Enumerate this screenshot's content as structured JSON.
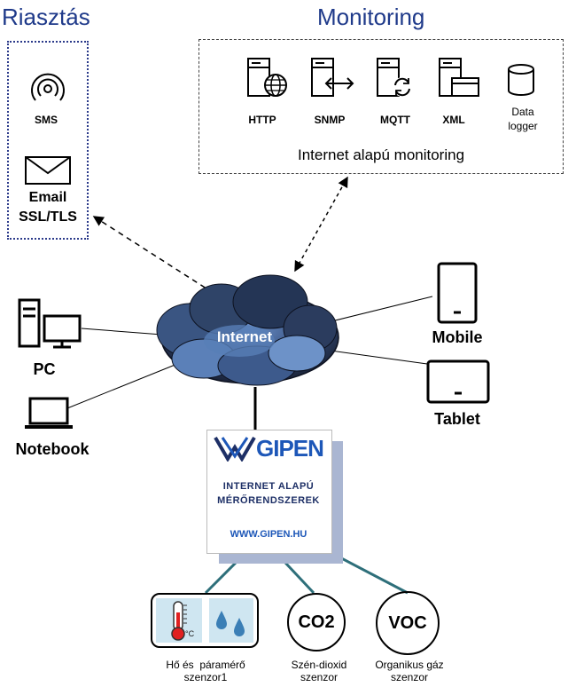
{
  "colors": {
    "title_blue": "#1f3a8a",
    "connector_teal": "#2e6f7a",
    "gipen_blue": "#1d2f66"
  },
  "alerting": {
    "title": "Riasztás",
    "items": [
      {
        "label": "SMS",
        "icon": "broadcast-icon"
      },
      {
        "label_line1": "Email",
        "label_line2": "SSL/TLS",
        "icon": "envelope-icon"
      }
    ]
  },
  "monitoring": {
    "title": "Monitoring",
    "protocols": [
      {
        "label": "HTTP",
        "icon": "server-globe-icon"
      },
      {
        "label": "SNMP",
        "icon": "server-arrows-icon"
      },
      {
        "label": "MQTT",
        "icon": "server-sync-icon"
      },
      {
        "label": "XML",
        "icon": "server-window-icon"
      },
      {
        "label_line1": "Data",
        "label_line2": "logger",
        "icon": "database-icon"
      }
    ],
    "caption": "Internet alapú monitoring"
  },
  "network": {
    "cloud_label": "Internet"
  },
  "devices": {
    "pc": "PC",
    "notebook": "Notebook",
    "mobile": "Mobile",
    "tablet": "Tablet"
  },
  "gipen": {
    "brand": "GIPEN",
    "line1": "INTERNET ALAPÚ",
    "line2": "MÉRŐRENDSZEREK",
    "url": "WWW.GIPEN.HU"
  },
  "sensors": [
    {
      "line1": "Hő és  páramérő",
      "line2": "szenzor1",
      "icon": "thermo-humidity-icon"
    },
    {
      "badge": "CO2",
      "line1": "Szén-dioxid",
      "line2": "szenzor"
    },
    {
      "badge": "VOC",
      "line1": "Organikus gáz",
      "line2": "szenzor"
    }
  ],
  "thermo_unit": "°C"
}
